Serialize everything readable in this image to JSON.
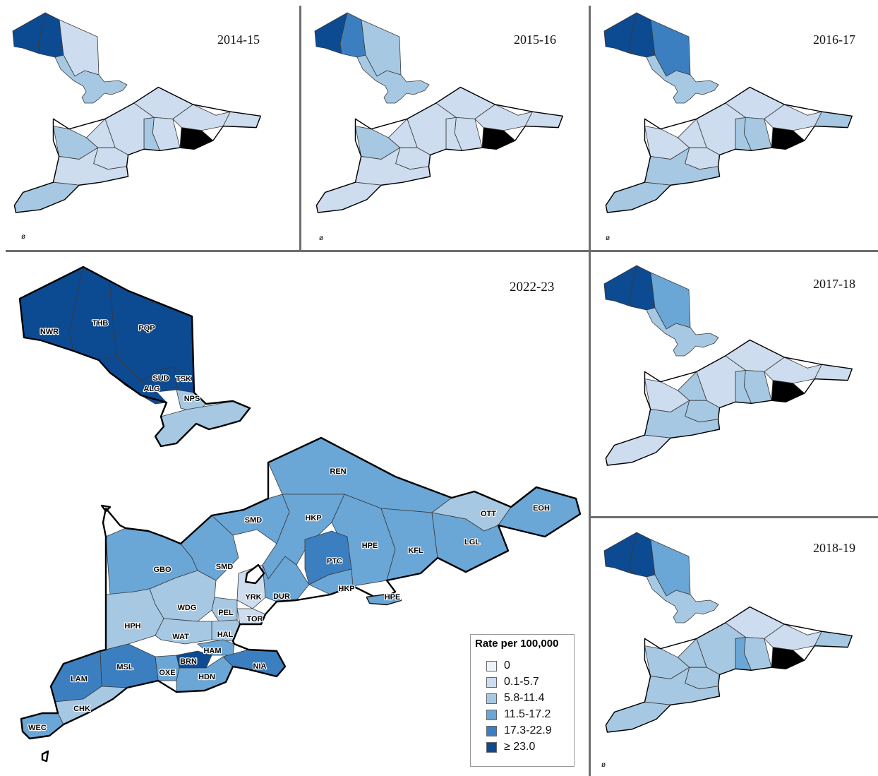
{
  "palette": {
    "0": "#eef3fa",
    "1": "#cddcee",
    "2": "#a6c8e2",
    "3": "#6aa6d6",
    "4": "#3c7fc1",
    "5": "#0c4a92"
  },
  "panels": [
    {
      "id": "p2014",
      "year": "2014-15",
      "north": [
        5,
        5,
        1
      ],
      "south": {
        "NW": 1,
        "CE": 1,
        "EA": 1,
        "PTC": 2,
        "HPE": 1,
        "OTT": 1,
        "EOH": 1,
        "GBO": 2,
        "SW": 1,
        "WEC": 2,
        "GTA": 1
      }
    },
    {
      "id": "p2015",
      "year": "2015-16",
      "north": [
        5,
        4,
        2
      ],
      "south": {
        "NW": 1,
        "CE": 1,
        "EA": 1,
        "PTC": 1,
        "HPE": 1,
        "OTT": 1,
        "EOH": 1,
        "GBO": 2,
        "SW": 1,
        "WEC": 1,
        "GTA": 1
      }
    },
    {
      "id": "p2016",
      "year": "2016-17",
      "north": [
        5,
        5,
        4
      ],
      "south": {
        "NW": 1,
        "CE": 1,
        "EA": 1,
        "PTC": 2,
        "HPE": 2,
        "OTT": 1,
        "EOH": 2,
        "GBO": 1,
        "SW": 2,
        "WEC": 2,
        "GTA": 1
      }
    },
    {
      "id": "p2017",
      "year": "2017-18",
      "north": [
        5,
        5,
        3
      ],
      "south": {
        "NW": 2,
        "CE": 1,
        "EA": 1,
        "PTC": 2,
        "HPE": 2,
        "OTT": 1,
        "EOH": 1,
        "GBO": 1,
        "SW": 2,
        "WEC": 1,
        "GTA": 2
      }
    },
    {
      "id": "p2018",
      "year": "2018-19",
      "north": [
        5,
        5,
        3
      ],
      "south": {
        "NW": 2,
        "CE": 2,
        "EA": 1,
        "PTC": 3,
        "HPE": 2,
        "OTT": 1,
        "EOH": 2,
        "GBO": 2,
        "SW": 2,
        "WEC": 2,
        "GTA": 2
      }
    }
  ],
  "main_map": {
    "year": "2022-23",
    "north": [
      {
        "code": "NWR",
        "rate_class": 5
      },
      {
        "code": "THB",
        "rate_class": 5
      },
      {
        "code": "PQP",
        "rate_class": 5
      }
    ],
    "northeast_labels": [
      {
        "code": "SUD",
        "rate_class": 5
      },
      {
        "code": "TSK",
        "rate_class": 5
      },
      {
        "code": "ALG",
        "rate_class": 5
      },
      {
        "code": "NPS",
        "rate_class": 2
      }
    ],
    "regions": [
      {
        "code": "REN",
        "rate_class": 3
      },
      {
        "code": "OTT",
        "rate_class": 2
      },
      {
        "code": "EOH",
        "rate_class": 3
      },
      {
        "code": "SMD",
        "rate_class": 3
      },
      {
        "code": "HKP",
        "rate_class": 3
      },
      {
        "code": "HPE",
        "rate_class": 3
      },
      {
        "code": "KFL",
        "rate_class": 3
      },
      {
        "code": "LGL",
        "rate_class": 3
      },
      {
        "code": "PTC",
        "rate_class": 4
      },
      {
        "code": "DUR",
        "rate_class": 3
      },
      {
        "code": "GBO",
        "rate_class": 3
      },
      {
        "code": "YRK",
        "rate_class": 1
      },
      {
        "code": "TOR",
        "rate_class": 1
      },
      {
        "code": "PEL",
        "rate_class": 2
      },
      {
        "code": "HAL",
        "rate_class": 2
      },
      {
        "code": "WDG",
        "rate_class": 2
      },
      {
        "code": "HPH",
        "rate_class": 2
      },
      {
        "code": "WAT",
        "rate_class": 2
      },
      {
        "code": "HAM",
        "rate_class": 3
      },
      {
        "code": "BRN",
        "rate_class": 5
      },
      {
        "code": "NIA",
        "rate_class": 4
      },
      {
        "code": "OXE",
        "rate_class": 3
      },
      {
        "code": "MSL",
        "rate_class": 4
      },
      {
        "code": "LAM",
        "rate_class": 4
      },
      {
        "code": "HDN",
        "rate_class": 3
      },
      {
        "code": "CHK",
        "rate_class": 2
      },
      {
        "code": "WEC",
        "rate_class": 3
      }
    ]
  },
  "legend": {
    "title": "Rate per 100,000",
    "items": [
      {
        "label": "0",
        "rate_class": 0
      },
      {
        "label": "0.1-5.7",
        "rate_class": 1
      },
      {
        "label": "5.8-11.4",
        "rate_class": 2
      },
      {
        "label": "11.5-17.2",
        "rate_class": 3
      },
      {
        "label": "17.3-22.9",
        "rate_class": 4
      },
      {
        "label": "≥ 23.0",
        "rate_class": 5
      }
    ]
  }
}
